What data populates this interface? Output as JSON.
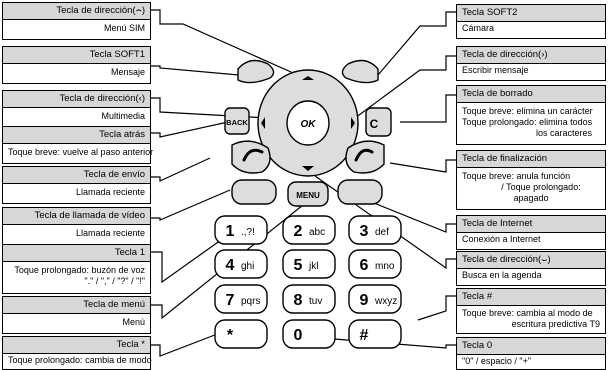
{
  "left_callouts": [
    {
      "title": "Tecla de dirección(⌢)",
      "lines": [
        "Menú SIM"
      ]
    },
    {
      "title": "Tecla SOFT1",
      "lines": [
        "Mensaje"
      ]
    },
    {
      "title": "Tecla de dirección(‹)",
      "lines": [
        "Multimedia"
      ]
    },
    {
      "title": "Tecla atrás",
      "lines": [
        "Toque breve: vuelve al paso anterior"
      ]
    },
    {
      "title": "Tecla de envío",
      "lines": [
        "Llamada reciente"
      ]
    },
    {
      "title": "Tecla de llamada de vídeo",
      "lines": [
        "Llamada reciente"
      ]
    },
    {
      "title": "Tecla 1",
      "lines": [
        "Toque prolongado: buzón de voz",
        "\".\" / \",\" / \"?\" / \"!\""
      ]
    },
    {
      "title": "Tecla de menú",
      "lines": [
        "Menú"
      ]
    },
    {
      "title": "Tecla *",
      "lines": [
        "Toque prolongado: cambia de modo"
      ]
    }
  ],
  "right_callouts": [
    {
      "title": "Tecla SOFT2",
      "lines": [
        "Cámara"
      ]
    },
    {
      "title": "Tecla de dirección(›)",
      "lines": [
        "Escribir mensaje"
      ]
    },
    {
      "title": "Tecla de borrado",
      "lines": [
        "Toque breve: elimina un carácter",
        "Toque prolongado: elimina todos",
        "los caracteres"
      ]
    },
    {
      "title": "Tecla de finalización",
      "lines": [
        "Toque breve: anula función",
        "/ Toque prolongado:",
        "apagado"
      ]
    },
    {
      "title": "Tecla de Internet",
      "lines": [
        "Conexión a Internet"
      ]
    },
    {
      "title": "Tecla de dirección(⌣)",
      "lines": [
        "Busca en la agenda"
      ]
    },
    {
      "title": "Tecla #",
      "lines": [
        "Toque breve: cambia al modo de",
        "escritura predictiva T9"
      ]
    },
    {
      "title": "Tecla 0",
      "lines": [
        "\"0\"  / espacio /  \"+\""
      ]
    }
  ],
  "keypad": {
    "back_label": "BACK",
    "ok_label": "OK",
    "menu_label": "MENU",
    "clear_label": "C",
    "keys": [
      {
        "digit": "1",
        "letters": ".,?!"
      },
      {
        "digit": "2",
        "letters": "abc"
      },
      {
        "digit": "3",
        "letters": "def"
      },
      {
        "digit": "4",
        "letters": "ghi"
      },
      {
        "digit": "5",
        "letters": "jkl"
      },
      {
        "digit": "6",
        "letters": "mno"
      },
      {
        "digit": "7",
        "letters": "pqrs"
      },
      {
        "digit": "8",
        "letters": "tuv"
      },
      {
        "digit": "9",
        "letters": "wxyz"
      },
      {
        "digit": "*",
        "letters": ""
      },
      {
        "digit": "0",
        "letters": ""
      },
      {
        "digit": "#",
        "letters": ""
      }
    ]
  }
}
